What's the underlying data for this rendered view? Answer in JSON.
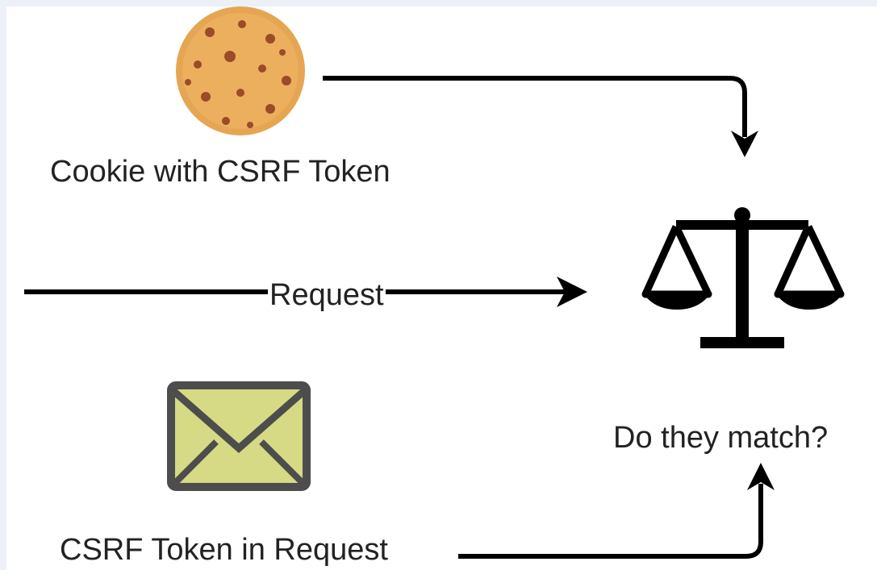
{
  "labels": {
    "cookie": "Cookie with CSRF Token",
    "request": "Request",
    "token_in_request": "CSRF Token in Request",
    "question": "Do they match?"
  },
  "icons": {
    "cookie": "cookie-icon",
    "envelope": "envelope-icon",
    "scales": "scales-icon"
  },
  "colors": {
    "background": "#ffffff",
    "arrow": "#000000",
    "cookie": "#e8a85a",
    "cookie_chip": "#a0522d",
    "envelope_fill": "#d9dd86",
    "envelope_stroke": "#4a4a4a"
  }
}
